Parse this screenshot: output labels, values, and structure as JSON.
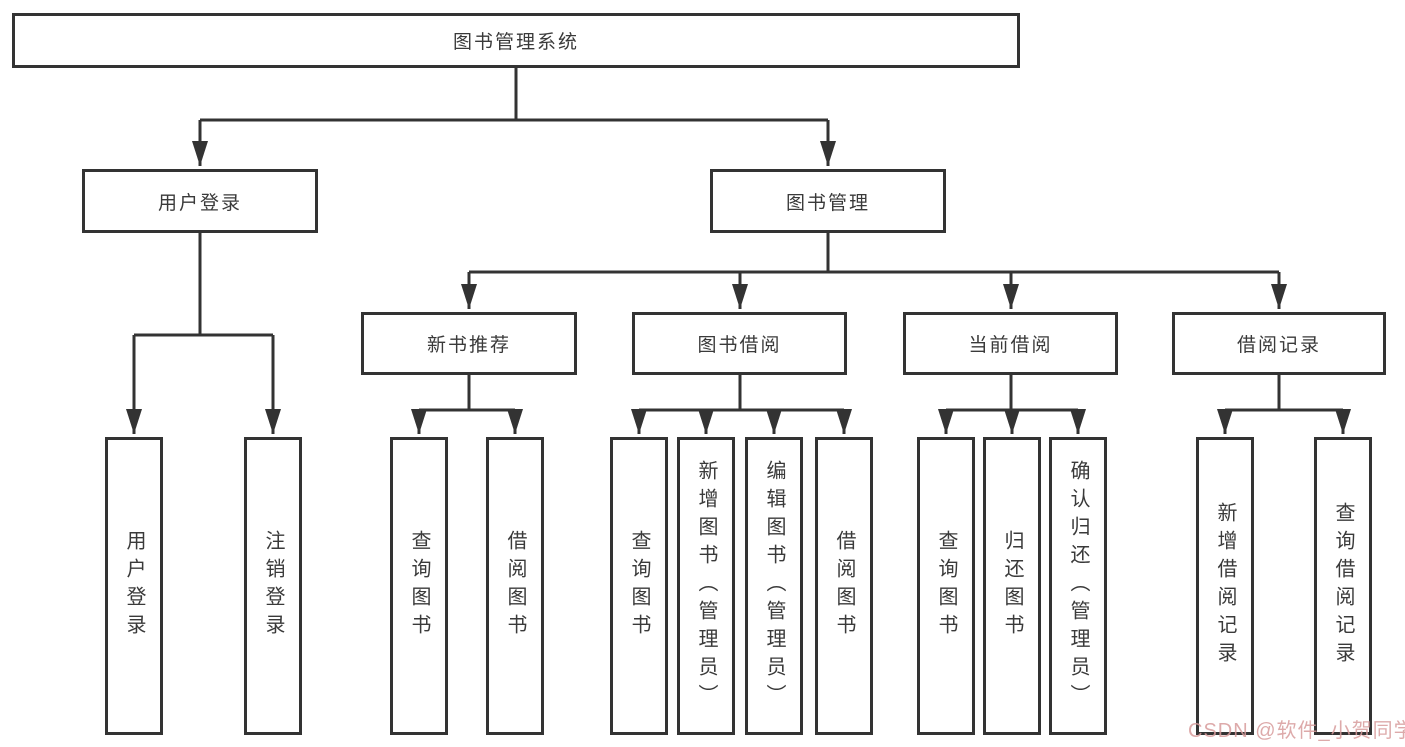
{
  "diagram": {
    "root": "图书管理系统",
    "level2": [
      "用户登录",
      "图书管理"
    ],
    "level3": [
      "新书推荐",
      "图书借阅",
      "当前借阅",
      "借阅记录"
    ],
    "leaves": {
      "user_login": [
        "用户登录",
        "注销登录"
      ],
      "new_book": [
        "查询图书",
        "借阅图书"
      ],
      "borrow": [
        "查询图书",
        "新增图书（管理员）",
        "编辑图书（管理员）",
        "借阅图书"
      ],
      "current": [
        "查询图书",
        "归还图书",
        "确认归还（管理员）"
      ],
      "record": [
        "新增借阅记录",
        "查询借阅记录"
      ]
    },
    "colors": {
      "line": "#333333",
      "text": "#3a3a3a",
      "watermark": "#d89c9c"
    },
    "watermark": "CSDN @软件_小贺同学"
  }
}
